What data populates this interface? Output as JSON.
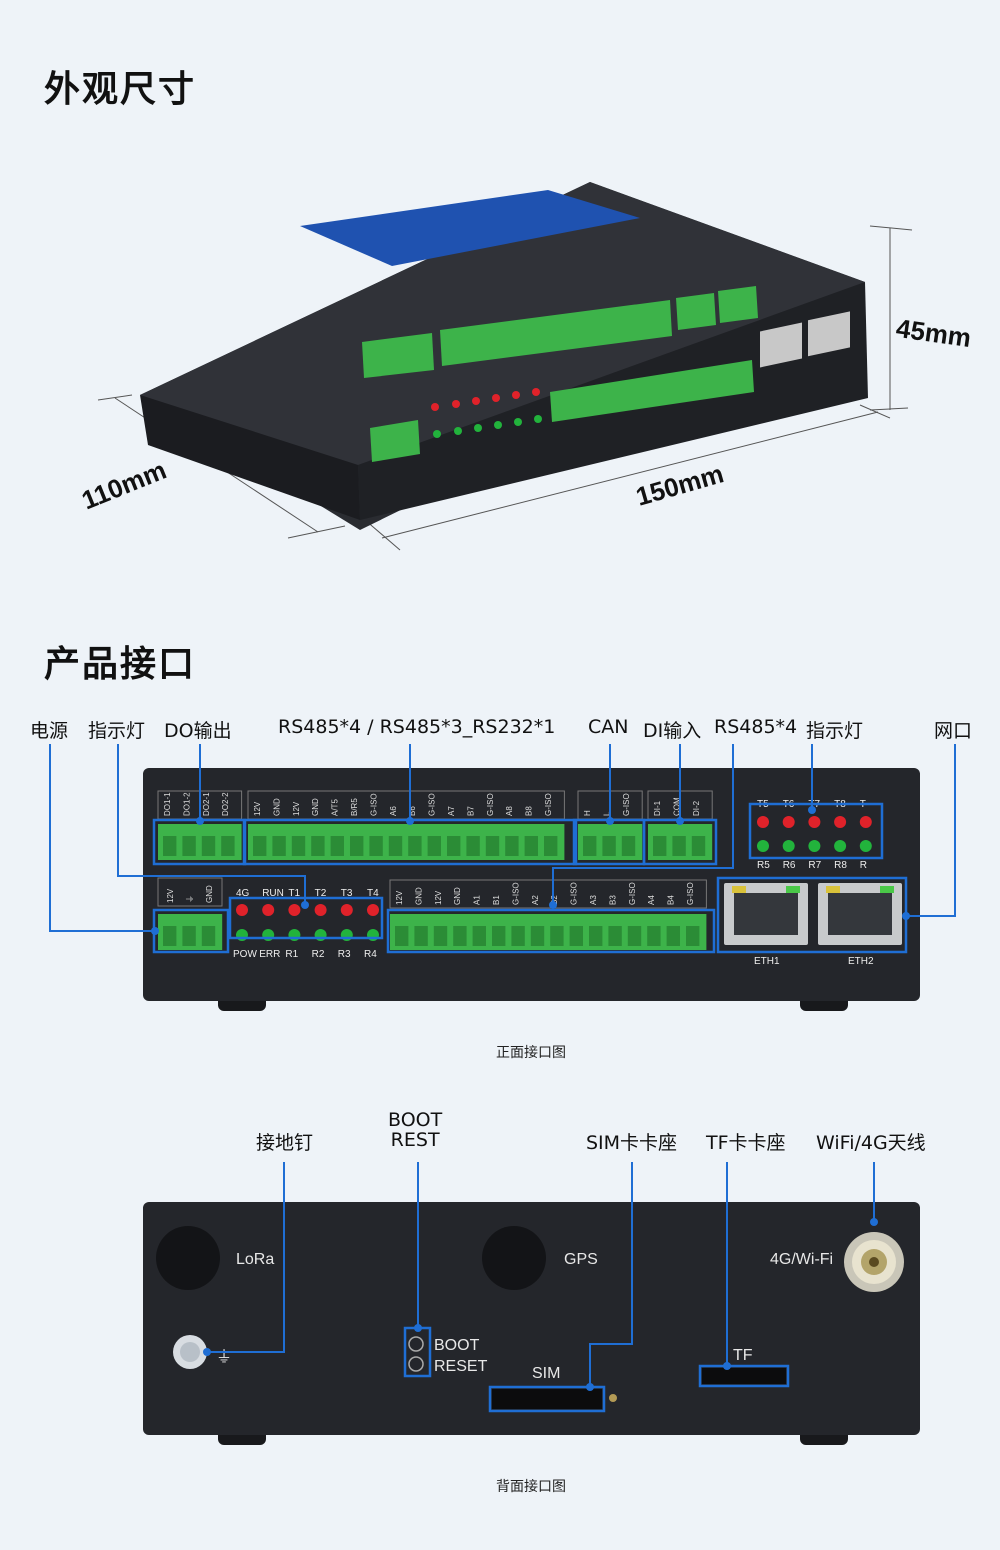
{
  "section1": {
    "title": "外观尺寸",
    "dims": {
      "height": "45mm",
      "depth": "110mm",
      "width": "150mm"
    }
  },
  "section2": {
    "title": "产品接口",
    "front": {
      "callouts": [
        "电源",
        "指示灯",
        "DO输出",
        "RS485*4 / RS485*3_RS232*1",
        "CAN",
        "DI输入",
        "RS485*4",
        "指示灯",
        "网口"
      ],
      "caption": "正面接口图",
      "top_headers": [
        "DO1-1",
        "DO1-2",
        "DO2-1",
        "DO2-2",
        "12V",
        "GND",
        "12V",
        "GND",
        "A/T5",
        "B/R5",
        "G-ISO",
        "A6",
        "B6",
        "G-ISO",
        "A7",
        "B7",
        "G-ISO",
        "A8",
        "B8",
        "G-ISO",
        "H",
        "L",
        "G-ISO",
        "DI-1",
        "COM",
        "DI-2"
      ],
      "power_headers": [
        "12V",
        "⏚",
        "GND"
      ],
      "leds_top": [
        "4G",
        "RUN",
        "T1",
        "T2",
        "T3",
        "T4"
      ],
      "leds_bottom": [
        "POW",
        "ERR",
        "R1",
        "R2",
        "R3",
        "R4"
      ],
      "bottom_headers": [
        "12V",
        "GND",
        "12V",
        "GND",
        "A1",
        "B1",
        "G-ISO",
        "A2",
        "B2",
        "G-ISO",
        "A3",
        "B3",
        "G-ISO",
        "A4",
        "B4",
        "G-ISO"
      ],
      "right_leds_top": [
        "T5",
        "T6",
        "T7",
        "T8",
        "T"
      ],
      "right_leds_bottom": [
        "R5",
        "R6",
        "R7",
        "R8",
        "R"
      ],
      "eth": [
        "ETH1",
        "ETH2"
      ]
    },
    "back": {
      "callouts": [
        "接地钉",
        "BOOT\nREST",
        "SIM卡卡座",
        "TF卡卡座",
        "WiFi/4G天线"
      ],
      "labels": {
        "lora": "LoRa",
        "gps": "GPS",
        "wifi": "4G/Wi-Fi",
        "boot": "BOOT",
        "reset": "RESET",
        "sim": "SIM",
        "tf": "TF",
        "ground": "⏚"
      },
      "caption": "背面接口图"
    }
  },
  "colors": {
    "accent": "#1f6ed4",
    "terminal": "#3db34a",
    "panel": "#24262b",
    "led_red": "#e0222a",
    "led_green": "#22b33c"
  }
}
